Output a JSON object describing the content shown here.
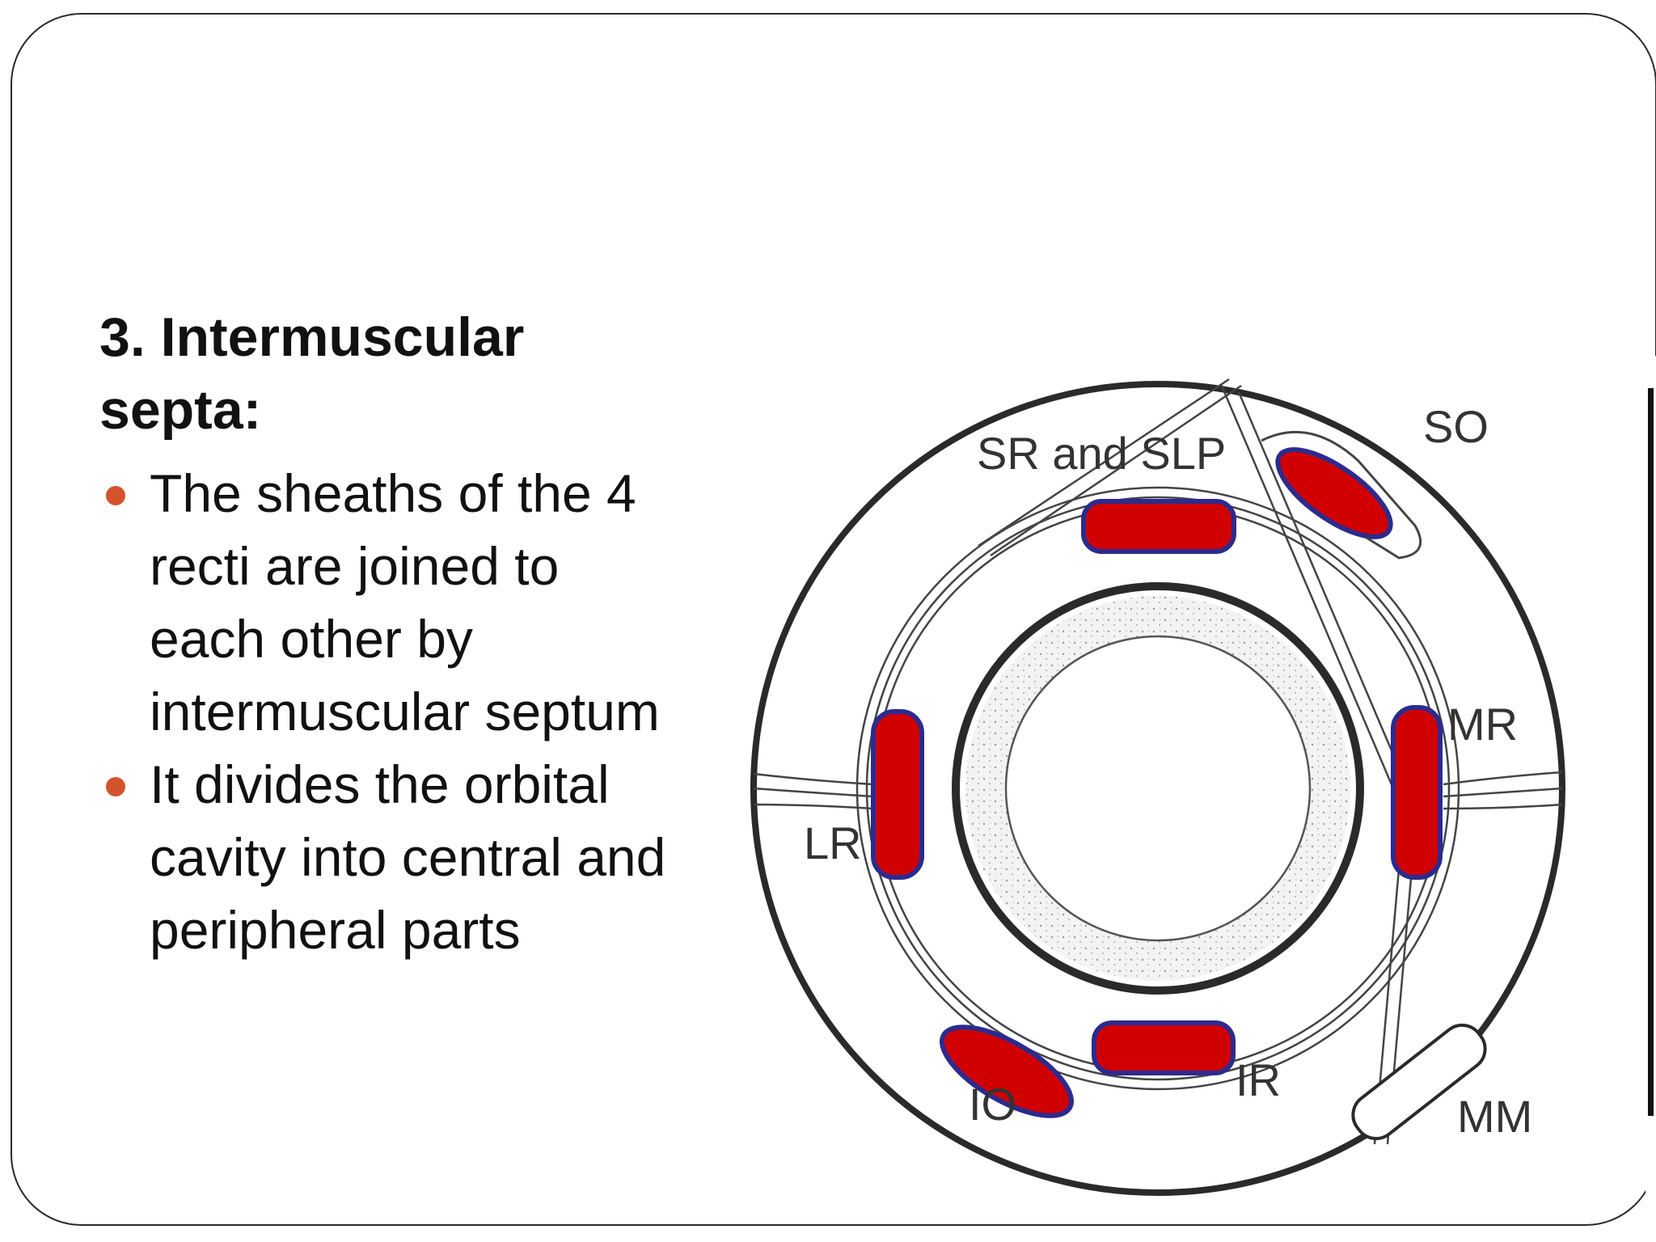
{
  "slide": {
    "heading": "3. Intermuscular septa:",
    "bullets": [
      "The sheaths of the 4 recti are joined to each other by intermuscular septum",
      "It divides the orbital cavity into central and peripheral parts"
    ]
  },
  "figure": {
    "labels": {
      "sr_slp": "SR and SLP",
      "so": "SO",
      "mr": "MR",
      "lr": "LR",
      "io": "IO",
      "ir": "IR",
      "mm": "MM"
    }
  },
  "colors": {
    "bullet": "#d2542b",
    "muscle": "#d10000",
    "muscle_outline": "#2b2b8f",
    "ink": "#2a2a2a"
  }
}
